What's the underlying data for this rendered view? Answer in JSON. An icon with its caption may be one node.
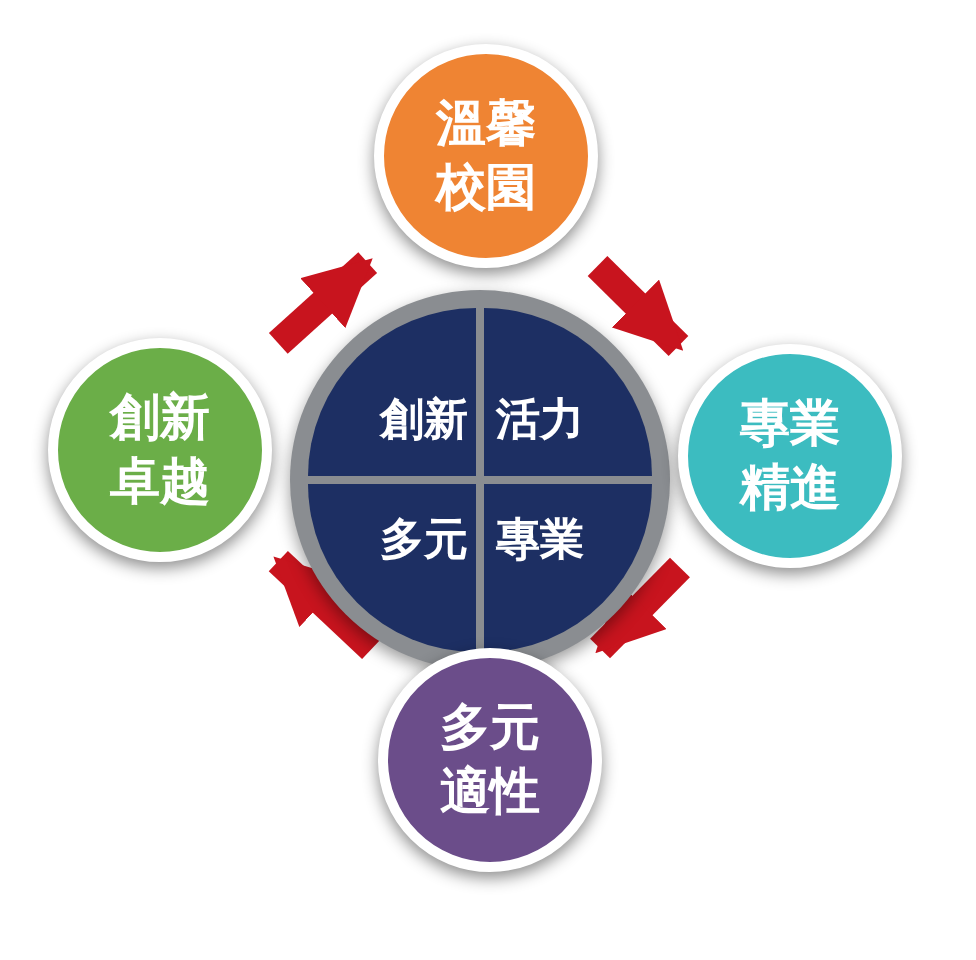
{
  "diagram": {
    "nodes": [
      {
        "text": [
          "溫馨校園"
        ]
      },
      {
        "text": [
          "創新卓越"
        ]
      },
      {
        "text": [],
        "shape": "circle"
      },
      {
        "text": [
          "創新"
        ],
        "in": 2
      },
      {
        "text": [
          "活力"
        ],
        "in": 2
      },
      {
        "text": [
          "多元"
        ],
        "in": 2
      },
      {
        "text": [
          "專業"
        ],
        "in": 2
      },
      {
        "text": [
          "專業精進"
        ]
      },
      {
        "text": [
          "多元適性"
        ]
      }
    ],
    "edges": [
      {
        "from": 1,
        "to": 0,
        "arrow": "to"
      },
      {
        "from": 0,
        "to": 7,
        "arrow": "to"
      },
      {
        "from": 7,
        "to": 8,
        "arrow": "to"
      },
      {
        "from": 8,
        "to": 1,
        "arrow": "to"
      }
    ]
  }
}
